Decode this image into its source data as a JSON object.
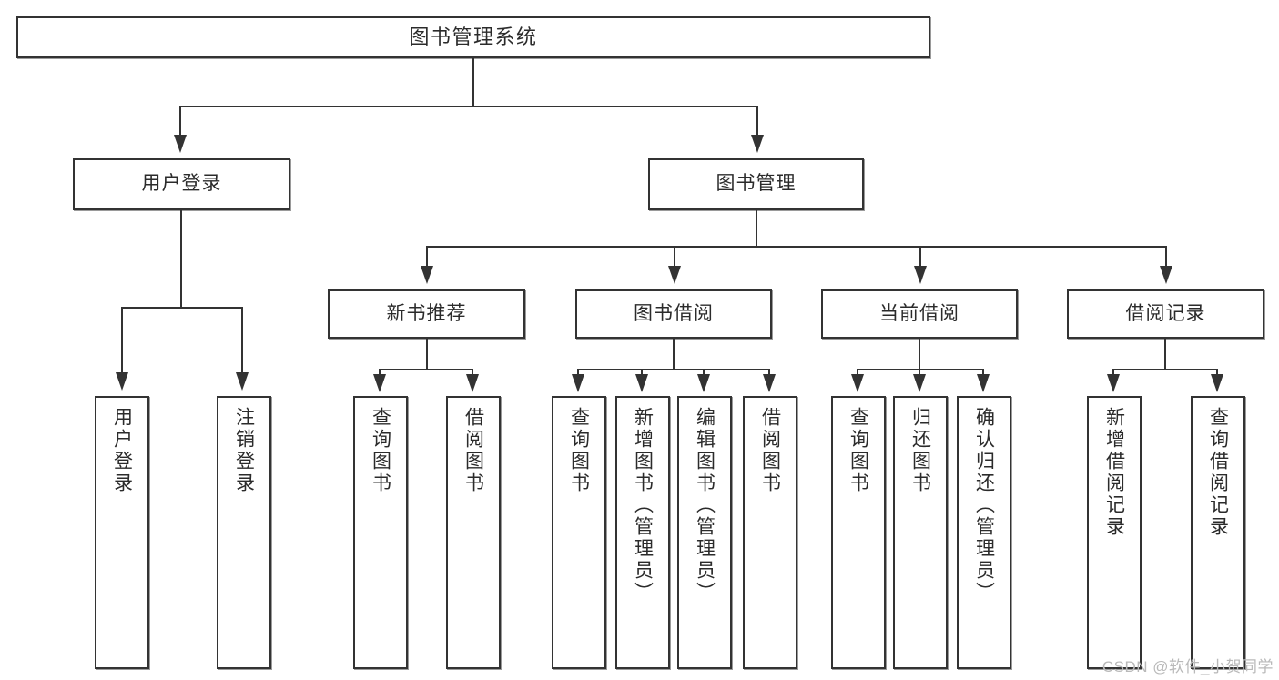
{
  "diagram": {
    "title": "图书管理系统",
    "type": "tree",
    "root": {
      "label": "图书管理系统"
    },
    "level1": [
      {
        "label": "用户登录"
      },
      {
        "label": "图书管理"
      }
    ],
    "level2": [
      {
        "label": "新书推荐"
      },
      {
        "label": "图书借阅"
      },
      {
        "label": "当前借阅"
      },
      {
        "label": "借阅记录"
      }
    ],
    "leaves": [
      {
        "label": "用户登录",
        "parent": "用户登录"
      },
      {
        "label": "注销登录",
        "parent": "用户登录"
      },
      {
        "label": "查询图书",
        "parent": "新书推荐"
      },
      {
        "label": "借阅图书",
        "parent": "新书推荐"
      },
      {
        "label": "查询图书",
        "parent": "图书借阅"
      },
      {
        "label": "新增图书（管理员）",
        "parent": "图书借阅"
      },
      {
        "label": "编辑图书（管理员）",
        "parent": "图书借阅"
      },
      {
        "label": "借阅图书",
        "parent": "图书借阅"
      },
      {
        "label": "查询图书",
        "parent": "当前借阅"
      },
      {
        "label": "归还图书",
        "parent": "当前借阅"
      },
      {
        "label": "确认归还（管理员）",
        "parent": "当前借阅"
      },
      {
        "label": "新增借阅记录",
        "parent": "借阅记录"
      },
      {
        "label": "查询借阅记录",
        "parent": "借阅记录"
      }
    ]
  },
  "colors": {
    "stroke": "#333333",
    "fill": "#ffffff",
    "text": "#2b2b2b",
    "watermark": "#b9b9b9"
  },
  "watermark": {
    "text": "CSDN @软件_小贺同学"
  }
}
